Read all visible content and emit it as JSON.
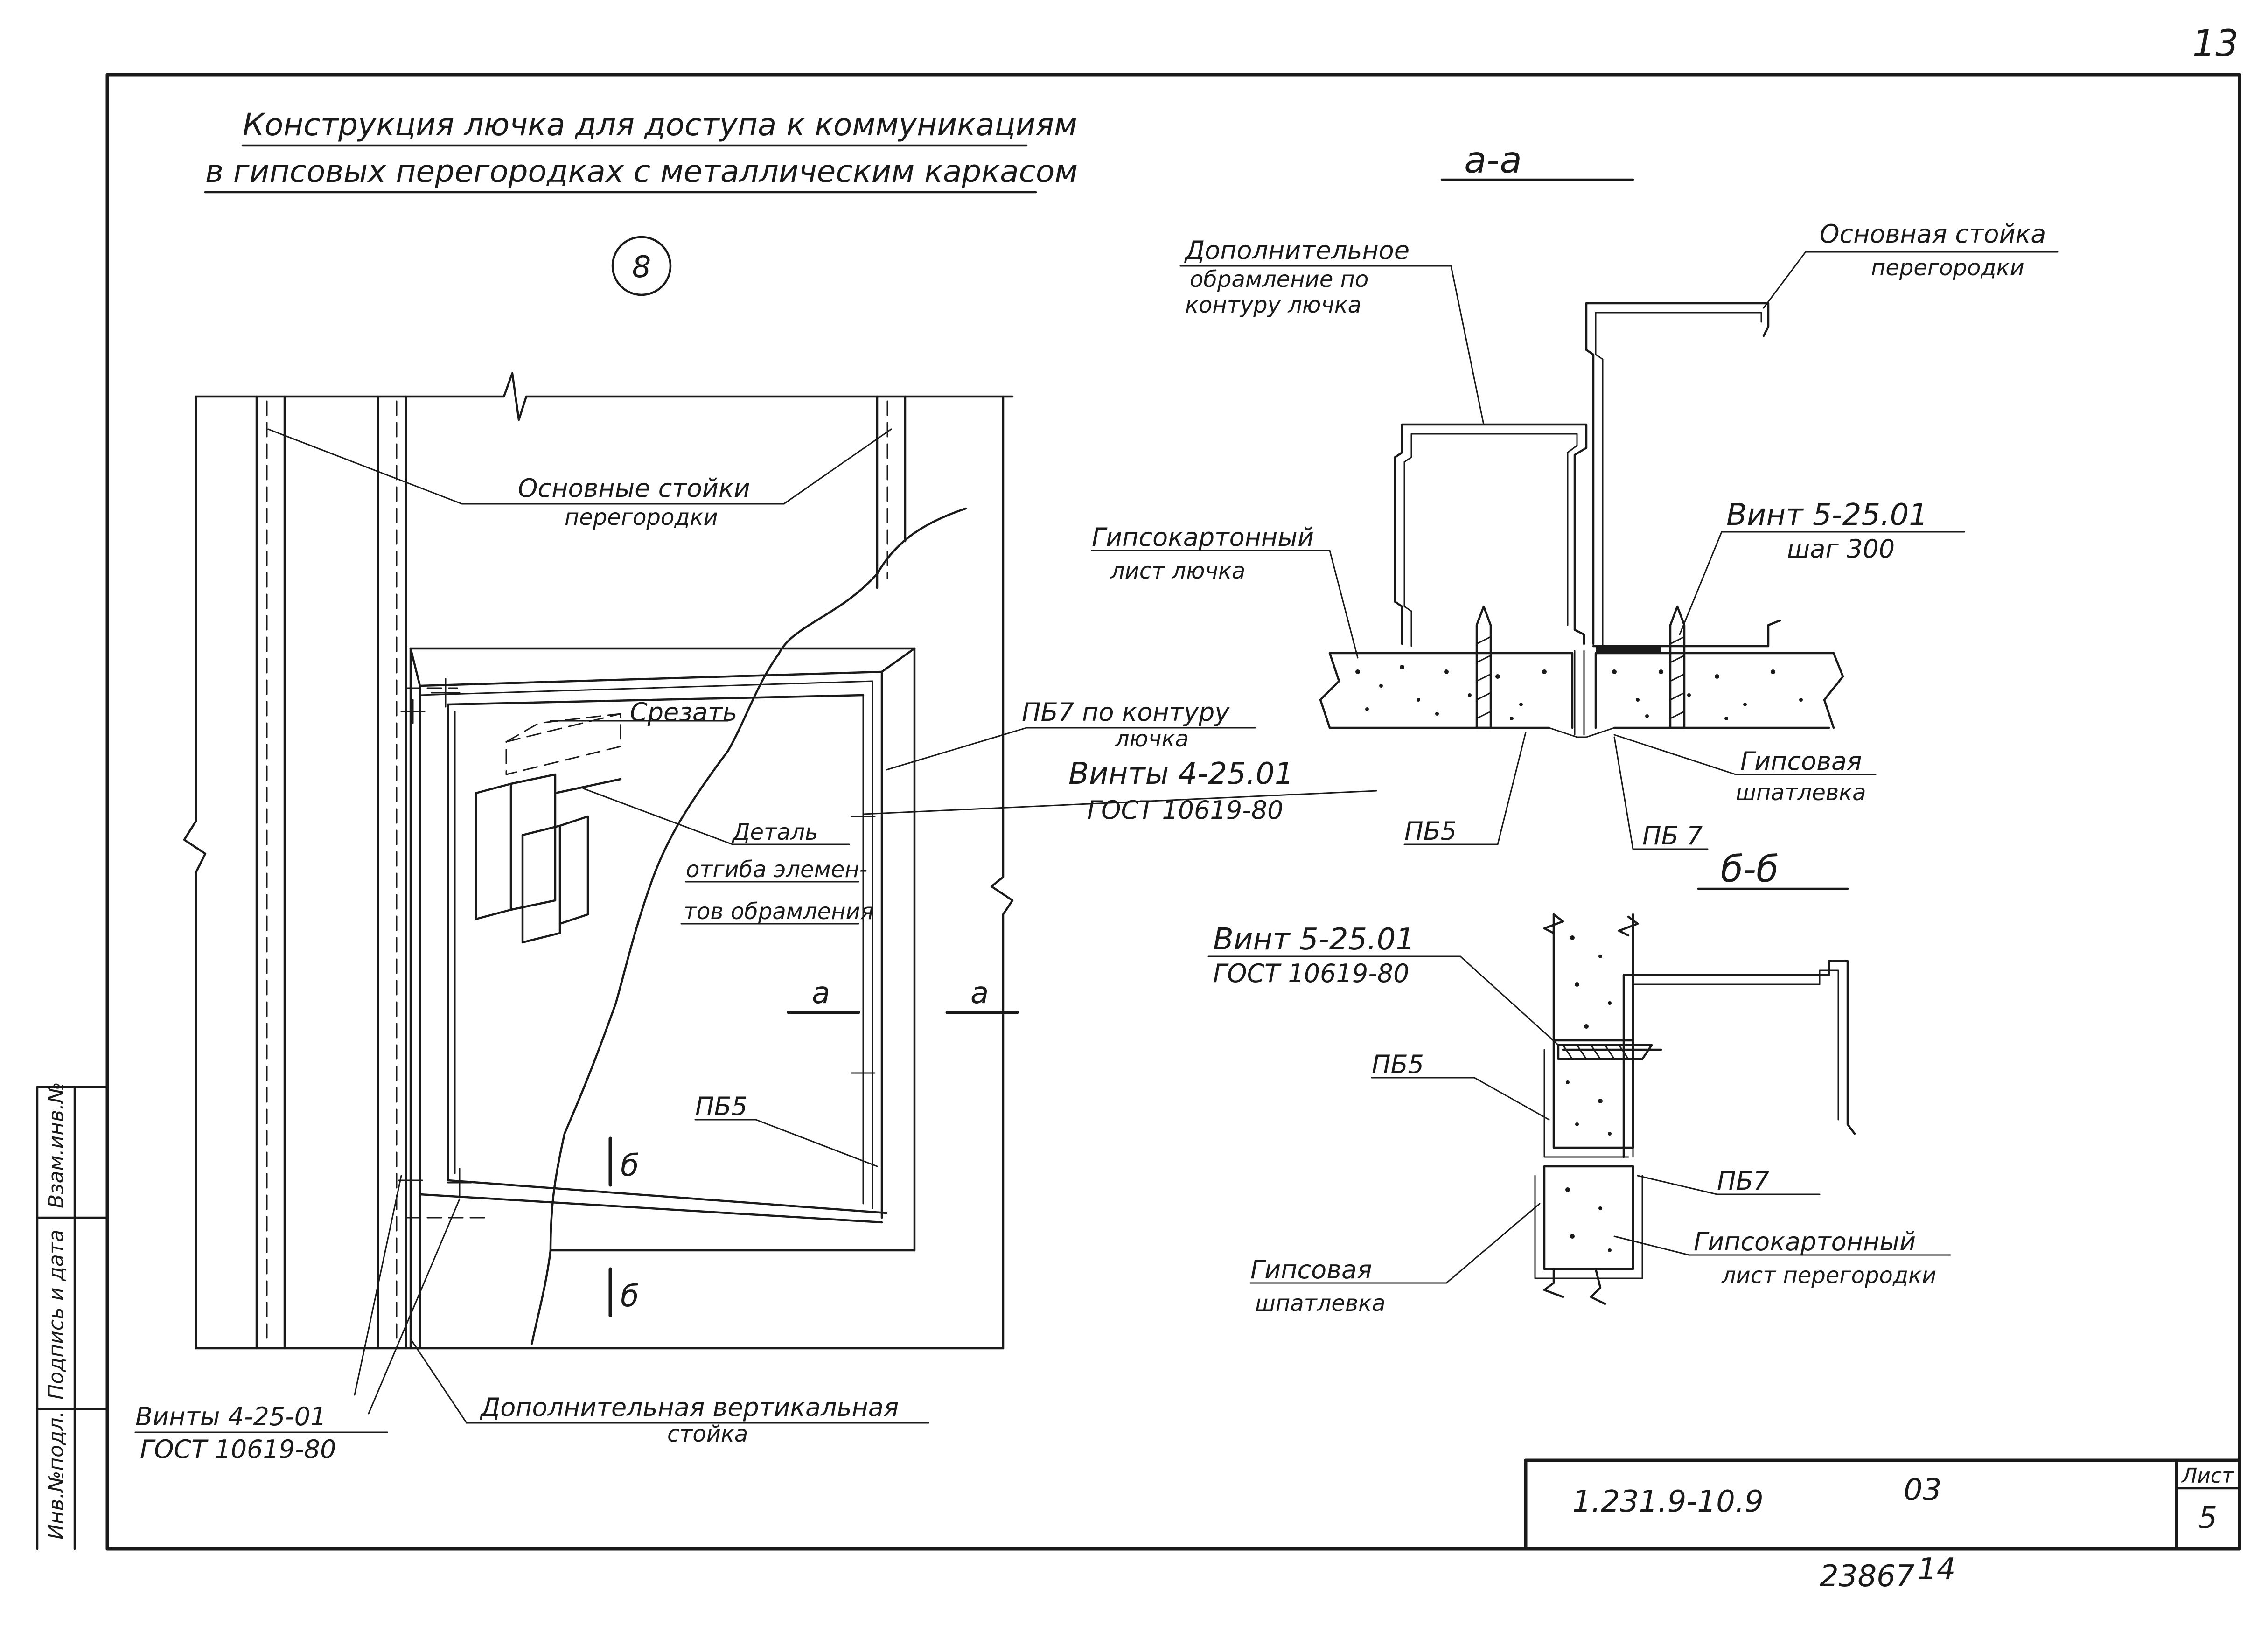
{
  "sheet": {
    "page_number": "13",
    "title_line1": "Конструкция лючка для доступа к коммуникациям",
    "title_line2": "в гипсовых перегородках с металлическим каркасом",
    "view_marker": "8"
  },
  "view_labels": {
    "main_studs_line1": "Основные стойки",
    "main_studs_line2": "перегородки",
    "cut": "Срезать",
    "pb7_contour_line1": "ПБ7 по контуру",
    "pb7_contour_line2": "лючка",
    "screws_main_line1": "Винты 4-25.01",
    "screws_main_line2": "ГОСТ 10619-80",
    "detail_line1": "Деталь",
    "detail_line2": "отгиба элемен-",
    "detail_line3": "тов обрамления",
    "section_a_left": "а",
    "section_a_right": "а",
    "pb5": "ПБ5",
    "section_b_top": "б",
    "section_b_bottom": "б",
    "screws_bottom_line1": "Винты 4-25-01",
    "screws_bottom_line2": "ГОСТ 10619-80",
    "extra_stud_line1": "Дополнительная вертикальная",
    "extra_stud_line2": "стойка"
  },
  "section_aa": {
    "title": "а-а",
    "extra_frame_line1": "Дополнительное",
    "extra_frame_line2": "обрамление по",
    "extra_frame_line3": "контуру лючка",
    "main_stud_line1": "Основная стойка",
    "main_stud_line2": "перегородки",
    "gkl_hatch_line1": "Гипсокартонный",
    "gkl_hatch_line2": "лист лючка",
    "screw_line1": "Винт 5-25.01",
    "screw_line2": "шаг 300",
    "gypsum_putty_line1": "Гипсовая",
    "gypsum_putty_line2": "шпатлевка",
    "pb5": "ПБ5",
    "pb7": "ПБ 7"
  },
  "section_bb": {
    "title": "б-б",
    "screw_line1": "Винт 5-25.01",
    "screw_line2": "ГОСТ 10619-80",
    "pb5": "ПБ5",
    "pb7": "ПБ7",
    "gypsum_putty_line1": "Гипсовая",
    "gypsum_putty_line2": "шпатлевка",
    "gkl_partition_line1": "Гипсокартонный",
    "gkl_partition_line2": "лист перегородки"
  },
  "side_stamp": {
    "cell1": "Инв.№подл.",
    "cell2": "Подпись и дата",
    "cell3": "Взам.инв.№"
  },
  "title_block": {
    "doc_code": "1.231.9-10.9",
    "issue": "03",
    "sheet_label": "Лист",
    "sheet_number": "5"
  },
  "footer": {
    "archive_number": "23867",
    "archive_sheet": "14"
  }
}
